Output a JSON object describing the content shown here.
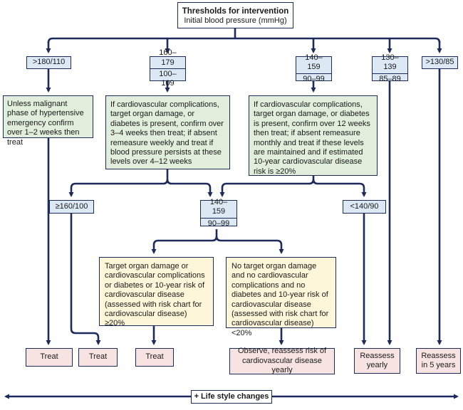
{
  "root": {
    "title": "Thresholds for intervention",
    "subtitle": "Initial blood pressure (mmHg)"
  },
  "level1": {
    "b1": ">180/110",
    "b2_num": "160–179",
    "b2_den": "100–109",
    "b3_num": "140–159",
    "b3_den": "90–99",
    "b4_num": "130–139",
    "b4_den": "85–89",
    "b5": ">130/85"
  },
  "actions": {
    "a1": "Unless malignant phase of hypertensive emergency confirm over 1–2 weeks then treat",
    "a2": "If cardiovascular complications, target organ damage, or diabetes is present, confirm over 3–4 weeks then treat; if absent remeasure weekly and treat if blood pressure persists at these levels over 4–12 weeks",
    "a3": "If cardiovascular complications, target organ damage, or diabetes is present, confirm over 12 weeks then treat; if absent remeasure monthly and treat if these levels are maintained and if estimated 10-year cardiovascular disease risk is ≥20%"
  },
  "level2": {
    "l": "≥160/100",
    "m_num": "140–159",
    "m_den": "90–99",
    "r": "<140/90"
  },
  "risk": {
    "high": "Target organ damage or cardiovascular complications or diabetes or 10-year risk of cardiovascular disease (assessed with risk chart for cardiovascular disease) ≥20%",
    "low": "No target organ damage and no cardiovascular complications and no diabetes and 10-year risk of cardiovascular disease (assessed with risk chart for cardiovascular disease) <20%"
  },
  "outcomes": {
    "treat": "Treat",
    "observe": "Observe, reassess risk of cardiovascular disease yearly",
    "yearly_1": "Reassess",
    "yearly_2": "yearly",
    "five_1": "Reassess",
    "five_2": "in 5 years"
  },
  "footer": {
    "lifestyle": "+ Life style changes"
  },
  "colors": {
    "line": "#1d2a5c",
    "threshold_fill": "#dce9f5",
    "action_fill": "#e1eedb",
    "risk_fill": "#fdf6d8",
    "outcome_fill": "#f7e4e2"
  }
}
